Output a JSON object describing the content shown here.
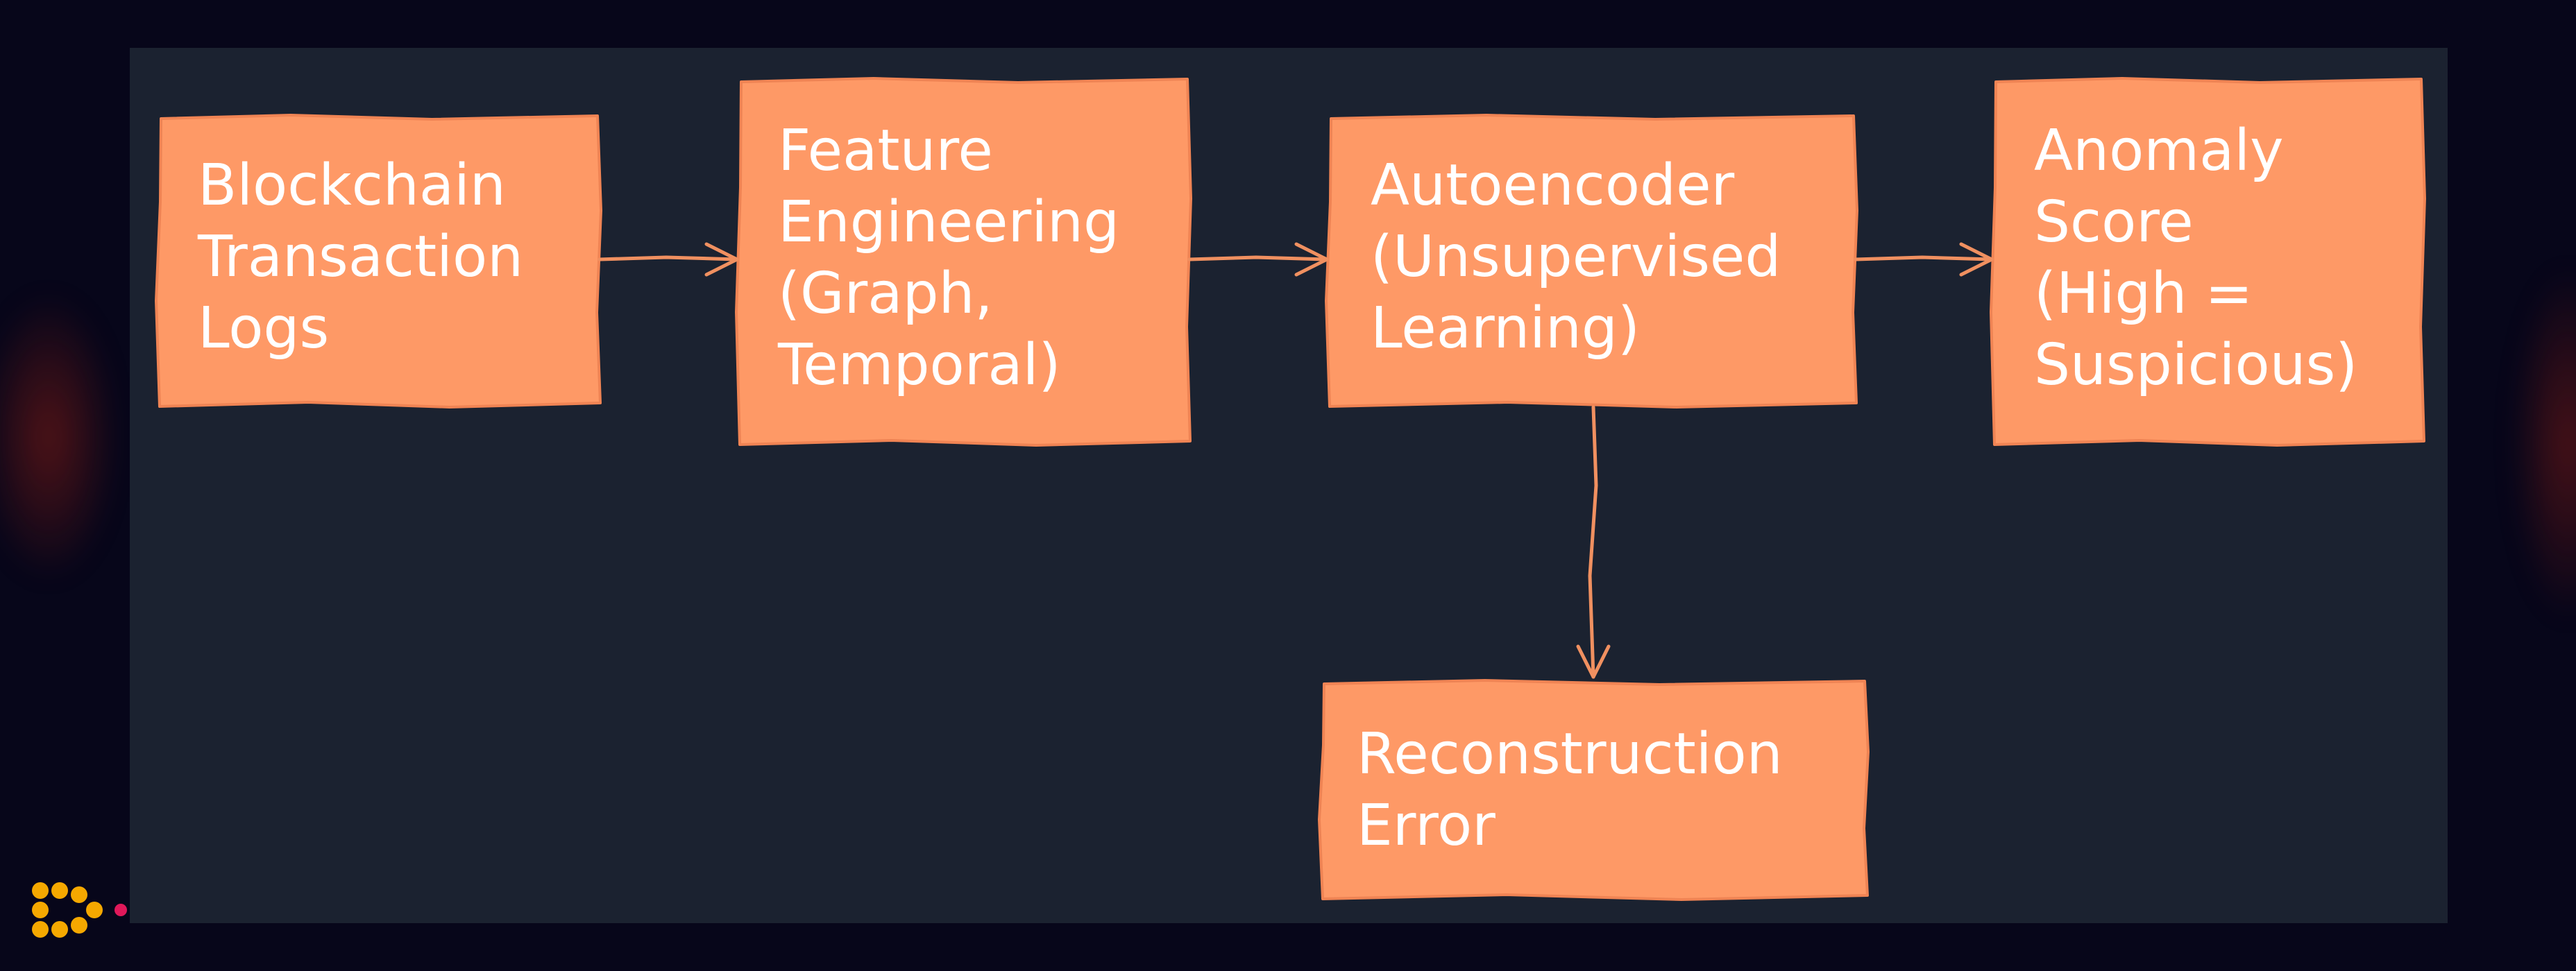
{
  "diagram": {
    "background": "#1b2230",
    "node_fill": "#fe9966",
    "node_border": "#f08454",
    "edge_color": "#f09060",
    "text_color": "#ffffff",
    "page_background": "#07061a",
    "nodes": [
      {
        "id": "logs",
        "lines": [
          "Blockchain",
          "Transaction",
          "Logs"
        ]
      },
      {
        "id": "features",
        "lines": [
          "Feature",
          "Engineering",
          "(Graph,",
          "Temporal)"
        ]
      },
      {
        "id": "autoencoder",
        "lines": [
          "Autoencoder",
          "(Unsupervised",
          "Learning)"
        ]
      },
      {
        "id": "score",
        "lines": [
          "Anomaly",
          "Score",
          "(High =",
          "Suspicious)"
        ]
      },
      {
        "id": "error",
        "lines": [
          "Reconstruction",
          "Error"
        ]
      }
    ],
    "edges": [
      {
        "from": "logs",
        "to": "features"
      },
      {
        "from": "features",
        "to": "autoencoder"
      },
      {
        "from": "autoencoder",
        "to": "score"
      },
      {
        "from": "autoencoder",
        "to": "error"
      }
    ]
  },
  "logo": {
    "icon": "brand-logo-icon",
    "dot_color": "#e0185a",
    "petal_color": "#f5a800"
  }
}
